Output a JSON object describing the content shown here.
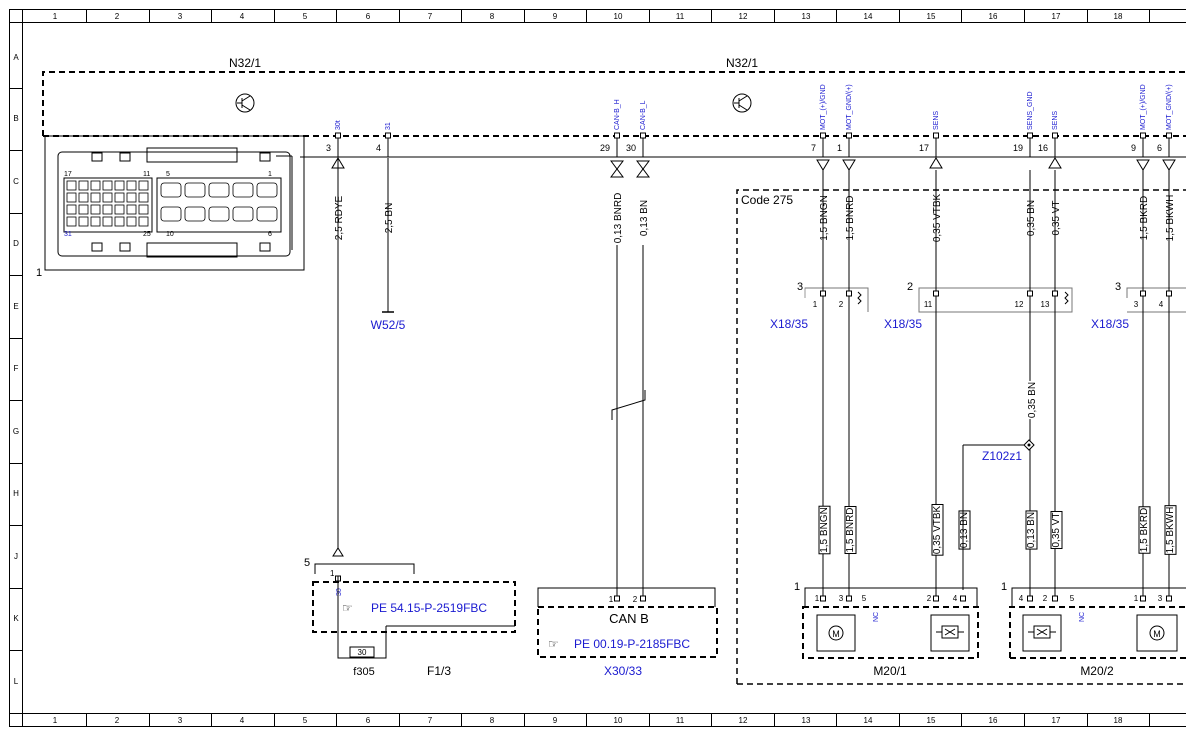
{
  "frame": {
    "columns": [
      "1",
      "2",
      "3",
      "4",
      "5",
      "6",
      "7",
      "8",
      "9",
      "10",
      "11",
      "12",
      "13",
      "14",
      "15",
      "16",
      "17",
      "18"
    ],
    "rows": [
      "A",
      "B",
      "C",
      "D",
      "E",
      "F",
      "G",
      "H",
      "J",
      "K",
      "L"
    ]
  },
  "colors": {
    "line": "#000000",
    "blue": "#1a1ad0"
  },
  "module": {
    "label_left": "N32/1",
    "label_right": "N32/1",
    "connector_item": "1",
    "connector_numbers": [
      "17",
      "11",
      "5",
      "1",
      "31",
      "25",
      "10",
      "6"
    ]
  },
  "pins": [
    {
      "num": "3",
      "sig": "30t",
      "wire": "2,5 RDYE",
      "dir": "up"
    },
    {
      "num": "4",
      "sig": "31",
      "wire": "2,5 BN"
    },
    {
      "num": "29",
      "sig": "CAN-B_H",
      "wire": "0,13 BNRD"
    },
    {
      "num": "30",
      "sig": "CAN-B_L",
      "wire": "0,13 BN"
    },
    {
      "num": "7",
      "sig": "MOT_(+)/GND",
      "wire": "1,5 BNGN",
      "dir": "down"
    },
    {
      "num": "1",
      "sig": "MOT_GND/(+)",
      "wire": "1,5 BNRD",
      "dir": "down"
    },
    {
      "num": "17",
      "sig": "SENS",
      "wire": "0,35 VTBK",
      "dir": "up"
    },
    {
      "num": "19",
      "sig": "SENS_GND",
      "wire": "0,35 BN"
    },
    {
      "num": "16",
      "sig": "SENS",
      "wire": "0,35 VT",
      "dir": "up"
    },
    {
      "num": "9",
      "sig": "MOT_(+)/GND",
      "wire": "1,5 BKRD",
      "dir": "down"
    },
    {
      "num": "6",
      "sig": "MOT_GND/(+)",
      "wire": "1,5 BKWH",
      "dir": "down"
    }
  ],
  "ground": {
    "label": "W52/5"
  },
  "code_box": {
    "label": "Code 275"
  },
  "x18": [
    {
      "label": "X18/35",
      "item": "3",
      "pins": [
        "1",
        "2"
      ]
    },
    {
      "label": "X18/35",
      "item": "2",
      "pins": [
        "11",
        "12",
        "13"
      ]
    },
    {
      "label": "X18/35",
      "item": "3",
      "pins": [
        "3",
        "4"
      ]
    }
  ],
  "lower_wires": [
    "1,5 BNGN",
    "1,5 BNRD",
    "0,35 VTBK",
    "0,13 BN",
    "0,13 BN",
    "0,35 VT",
    "1,5 BKRD",
    "1,5 BKWH"
  ],
  "mid_wire": "0,35 BN",
  "splice": {
    "label": "Z102z1"
  },
  "fuse_block": {
    "item": "5",
    "pin": "1",
    "sig": "30",
    "ref": "PE 54.15-P-2519FBC",
    "fuse_value": "30",
    "fuse_label": "f305",
    "block_label": "F1/3"
  },
  "can": {
    "label": "CAN B",
    "pins": [
      "1",
      "2"
    ],
    "ref": "PE 00.19-P-2185FBC",
    "conn": "X30/33"
  },
  "m201": {
    "item": "1",
    "pins": [
      "1",
      "3",
      "5",
      "2",
      "4"
    ],
    "nc": "NC",
    "label": "M20/1",
    "icon_m": "M"
  },
  "m202": {
    "item": "1",
    "pins": [
      "4",
      "2",
      "5",
      "1",
      "3"
    ],
    "nc": "NC",
    "label": "M20/2",
    "icon_m": "M"
  }
}
